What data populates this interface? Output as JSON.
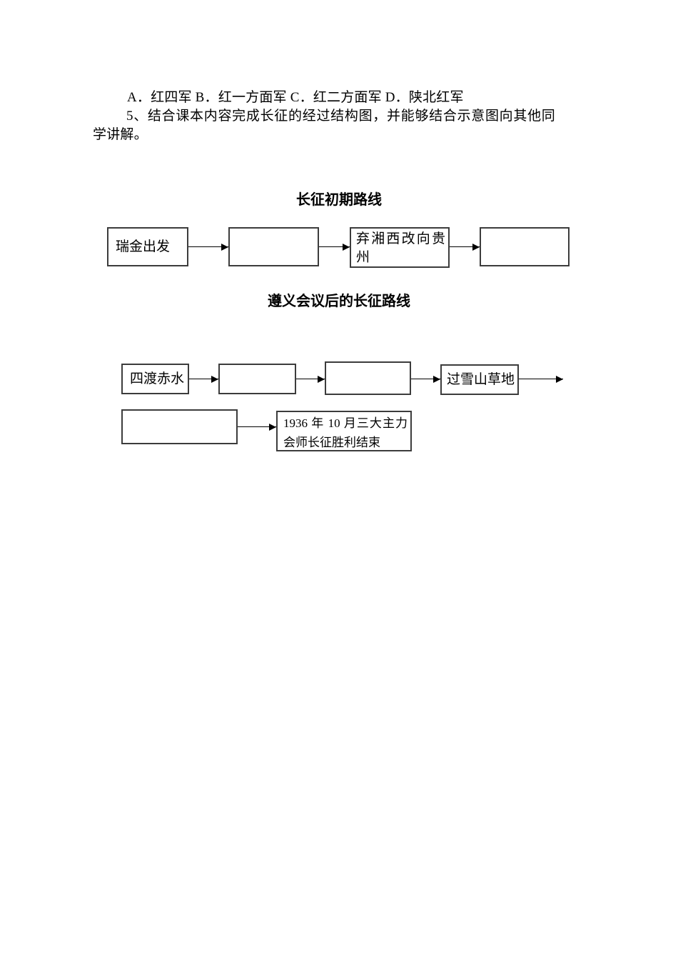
{
  "page": {
    "background": "#ffffff",
    "text_color": "#000000",
    "box_border_color": "#3c3c3c",
    "arrow_color": "#000000"
  },
  "question": {
    "options_line": "A．红四军 B．红一方面军 C．红二方面军 D．陕北红军",
    "prompt": "5、结合课本内容完成长征的经过结构图，并能够结合示意图向其他同学讲解。"
  },
  "diagram_early": {
    "title": "长征初期路线",
    "boxes": [
      {
        "id": "ruijin-departure",
        "label": "瑞金出发"
      },
      {
        "id": "blank-1",
        "label": ""
      },
      {
        "id": "abandon-xiangxi-to-guizhou",
        "label": "弃湘西改向贵州"
      },
      {
        "id": "blank-2",
        "label": ""
      }
    ]
  },
  "diagram_after_zunyi": {
    "title": "遵义会议后的长征路线",
    "row1": [
      {
        "id": "four-crossings-chishui",
        "label": "四渡赤水"
      },
      {
        "id": "blank-3",
        "label": ""
      },
      {
        "id": "blank-4",
        "label": ""
      },
      {
        "id": "snow-mountains-grasslands",
        "label": "过雪山草地"
      }
    ],
    "row2": [
      {
        "id": "blank-5",
        "label": ""
      },
      {
        "id": "victory-1936",
        "label": "1936 年 10 月三大主力会师长征胜利结束"
      }
    ]
  }
}
